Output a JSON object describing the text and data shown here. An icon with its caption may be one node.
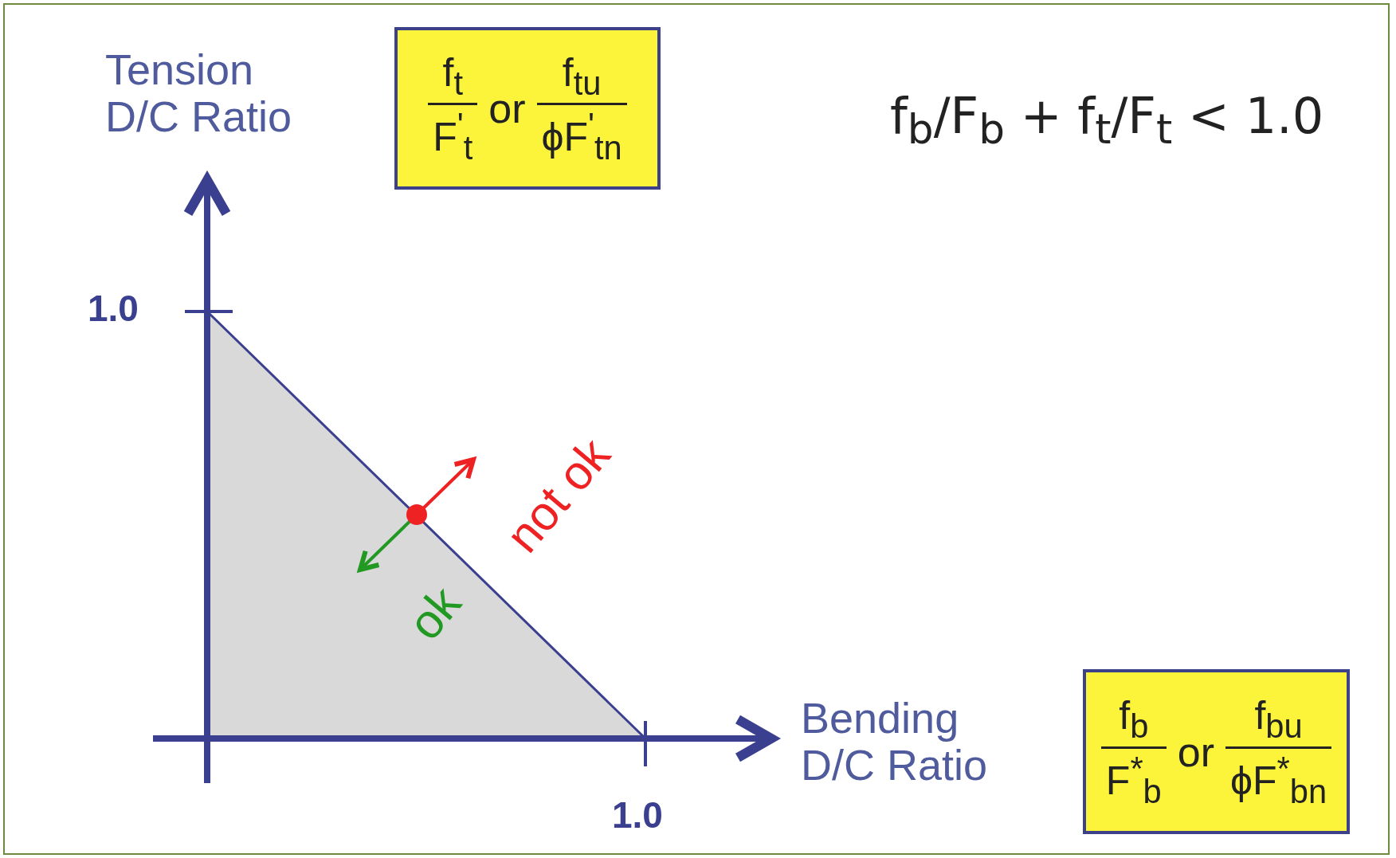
{
  "diagram": {
    "nodes": [
      {
        "text": [
          "f$_{t}$",
          "F$^{'}$$_{t}$",
          "or",
          "f$_{tu}$",
          "ϕF$^{'}$$_{tn}$"
        ]
      },
      {
        "text": [
          "f$_{b}$",
          "F$^{*}$$_{b}$",
          "or",
          "f$_{bu}$",
          "ϕF$^{*}$$_{bn}$"
        ]
      }
    ],
    "labels": [
      "Tension D/C Ratio",
      "f$_{b}$/F$_{b}$ + f$_{t}$/F$_{t}$ < 1.0",
      "1.0",
      "not ok",
      "ok",
      "Bending D/C Ratio",
      "1.0"
    ]
  }
}
